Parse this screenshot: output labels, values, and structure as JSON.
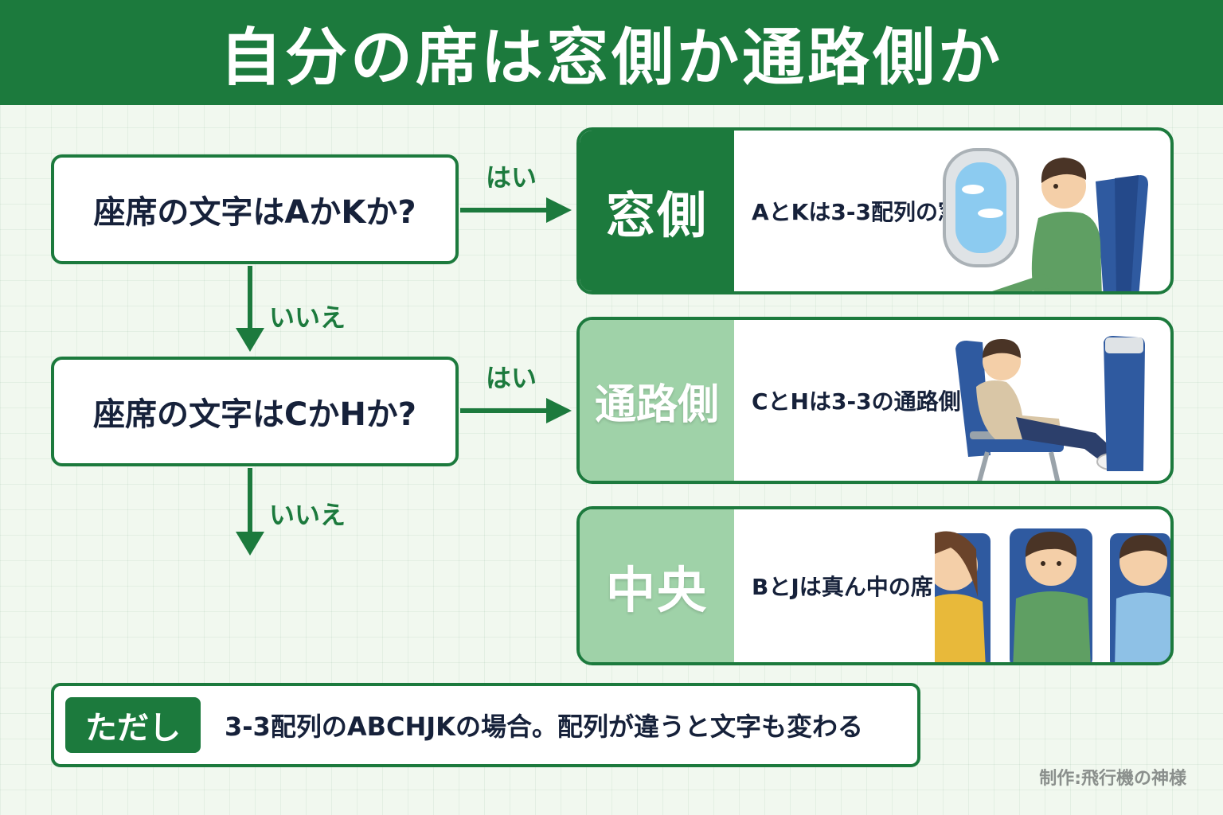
{
  "title": "自分の席は窓側か通路側か",
  "questions": [
    {
      "text": "座席の文字はAかKか?"
    },
    {
      "text": "座席の文字はCかHか?"
    }
  ],
  "labels": {
    "yes": "はい",
    "no": "いいえ"
  },
  "results": [
    {
      "tag": "窓側",
      "description": "AとKは3-3配列の窓側"
    },
    {
      "tag": "通路側",
      "description": "CとHは3-3の通路側"
    },
    {
      "tag": "中央",
      "description": "BとJは真ん中の席"
    }
  ],
  "note": {
    "badge": "ただし",
    "text": "3-3配列のABCHJKの場合。配列が違うと文字も変わる"
  },
  "credit": "制作:飛行機の神様",
  "colors": {
    "primary_green": "#1c7a3d",
    "light_green": "#9fd2a8",
    "background": "#f1f8ef",
    "text": "#16213a",
    "seat_blue": "#2f5aa0"
  }
}
